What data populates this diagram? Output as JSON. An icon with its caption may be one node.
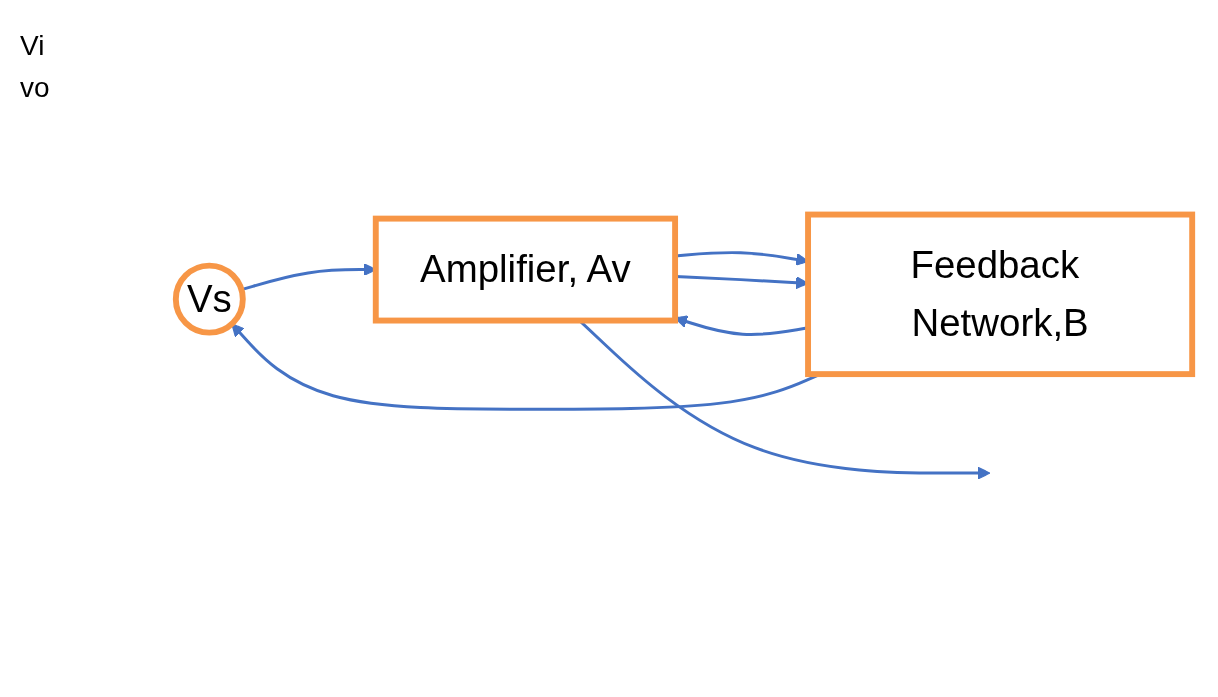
{
  "diagram": {
    "nodes": [
      {
        "text": [
          "Vs"
        ]
      },
      {
        "text": [
          "Amplifier, Av"
        ]
      },
      {
        "text": [
          "Feedback Network,B"
        ]
      }
    ],
    "edges": [
      {
        "from": 0,
        "to": 1,
        "arrow": "to"
      },
      {
        "from": 2,
        "to": 1,
        "arrow": "to"
      },
      {
        "from": 2,
        "to": 0,
        "arrow": "to"
      },
      {
        "from": 1,
        "to": 2,
        "arrow": "to"
      },
      {
        "from": 1,
        "to": null,
        "arrow": "to"
      },
      {
        "from": 1,
        "to": 2,
        "arrow": "to"
      }
    ],
    "labels": [
      "Vi",
      "vo"
    ]
  }
}
